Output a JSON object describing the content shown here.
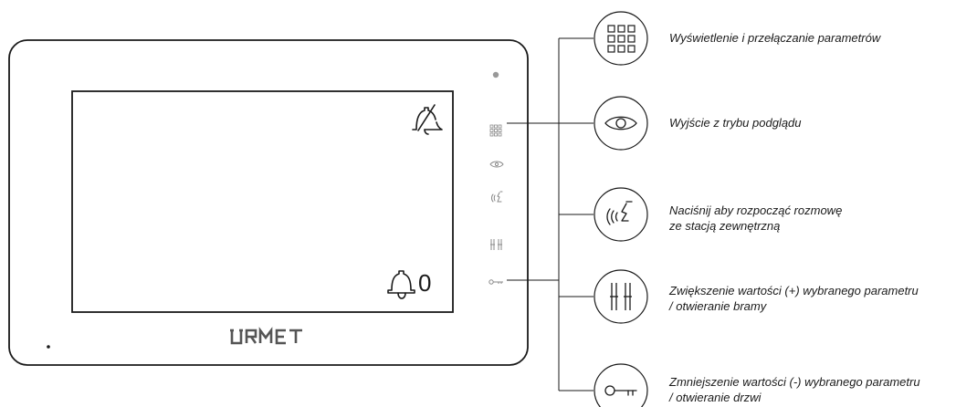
{
  "device": {
    "brand_logo": "URMET",
    "screen": {
      "mute_icon": "bell-muted-icon",
      "bell_icon": "bell-icon",
      "bell_count": "0"
    },
    "side_buttons": [
      {
        "icon": "led-indicator"
      },
      {
        "icon": "keypad-grid-icon"
      },
      {
        "icon": "eye-icon"
      },
      {
        "icon": "talk-icon"
      },
      {
        "icon": "gate-icon"
      },
      {
        "icon": "key-icon"
      }
    ]
  },
  "legend": [
    {
      "icon": "keypad-grid-icon",
      "text": "Wyświetlenie i przełączanie parametrów"
    },
    {
      "icon": "eye-icon",
      "text": "Wyjście z trybu podglądu"
    },
    {
      "icon": "talk-icon",
      "text": "Naciśnij aby rozpocząć rozmowę\nze stacją zewnętrzną"
    },
    {
      "icon": "gate-icon",
      "text": "Zwiększenie wartości (+) wybranego parametru\n/ otwieranie bramy"
    },
    {
      "icon": "key-icon",
      "text": "Zmniejszenie wartości (-) wybranego parametru\n/ otwieranie drzwi"
    }
  ],
  "colors": {
    "line": "#1a1a1a",
    "button_icons": "#888888",
    "led": "#999999"
  }
}
